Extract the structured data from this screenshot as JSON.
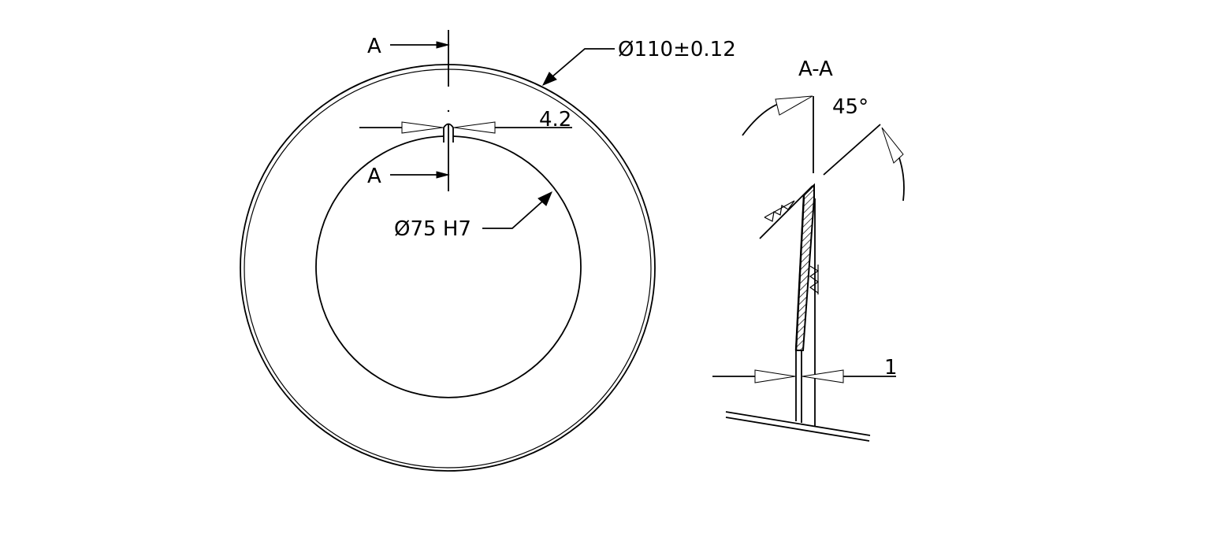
{
  "labels": {
    "section_marker_top": "A",
    "section_marker_bottom": "A",
    "outer_diameter": "Ø110±0.12",
    "slot_width": "4.2",
    "inner_diameter": "Ø75 H7",
    "section_title": "A-A",
    "angle": "45°",
    "thickness": "1"
  },
  "colors": {
    "line": "#000000",
    "background": "#ffffff"
  }
}
